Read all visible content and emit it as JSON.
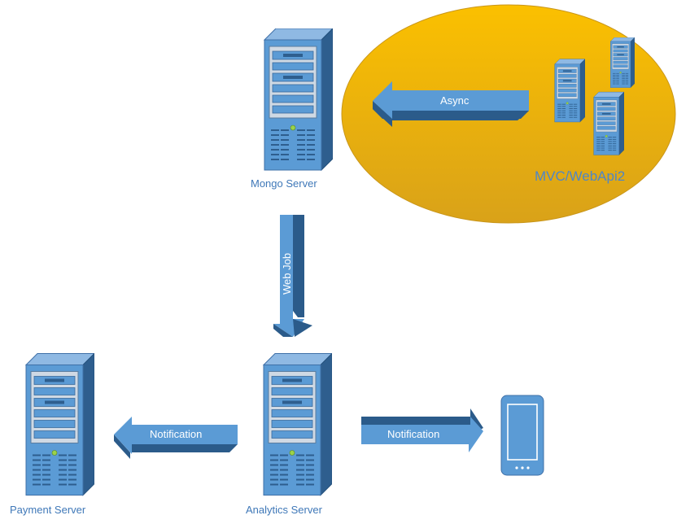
{
  "labels": {
    "mongo": "Mongo Server",
    "payment": "Payment Server",
    "analytics": "Analytics Server",
    "cloud": "MVC/WebApi2"
  },
  "arrows": {
    "async": "Async",
    "webjob": "Web Job",
    "notification_left": "Notification",
    "notification_right": "Notification"
  },
  "colors": {
    "cloud_fill": "#f5b800",
    "server_front": "#5b9bd5",
    "server_side": "#2e5e8e",
    "arrow_light": "#5b9bd5",
    "arrow_dark": "#2b5b8a"
  }
}
